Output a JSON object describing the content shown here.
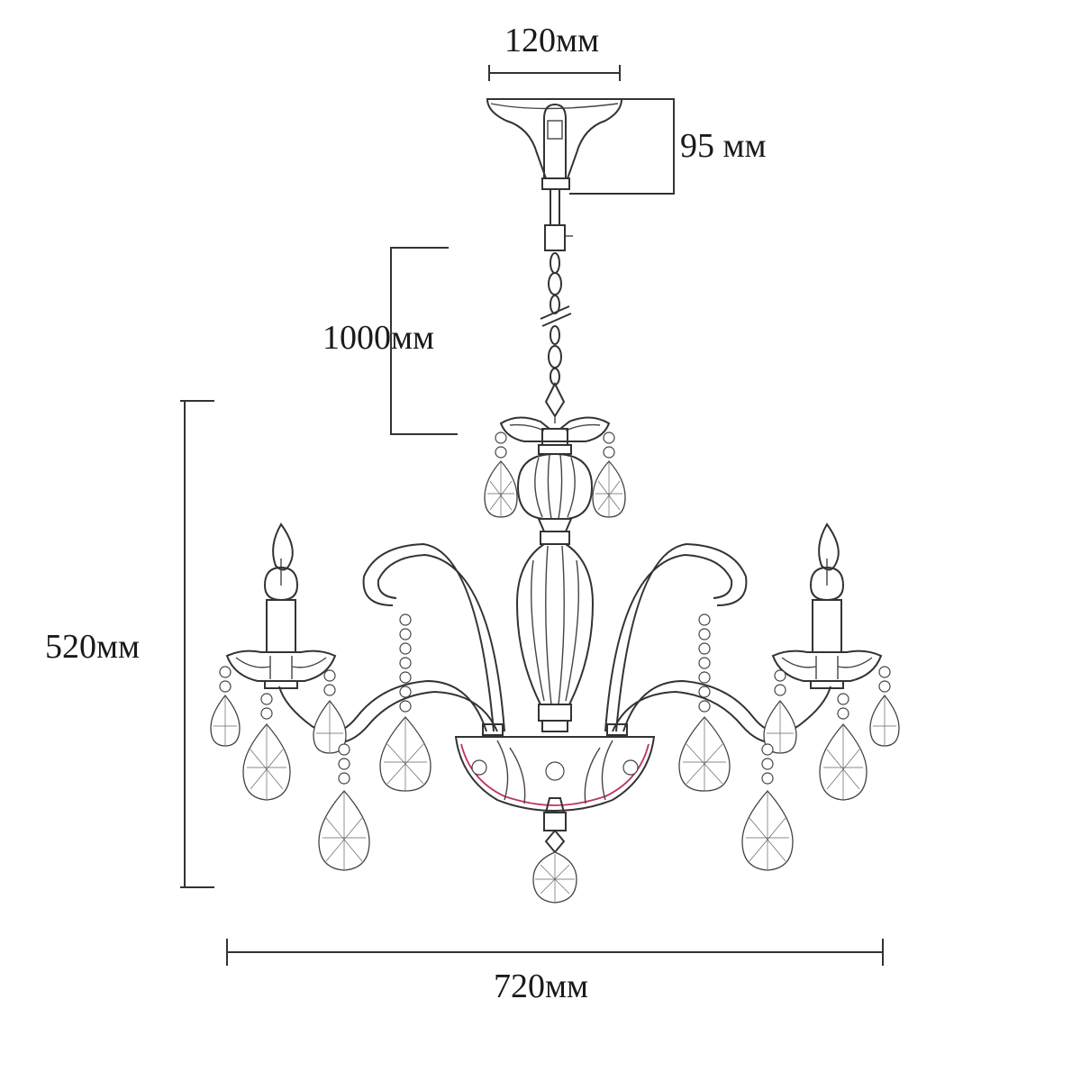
{
  "dimensions": {
    "canopy_width": "120мм",
    "canopy_height": "95 мм",
    "chain_length": "1000мм",
    "body_height": "520мм",
    "total_width": "720мм"
  },
  "colors": {
    "line": "#333333",
    "bowl_accent": "#c0306a",
    "background": "#ffffff"
  }
}
